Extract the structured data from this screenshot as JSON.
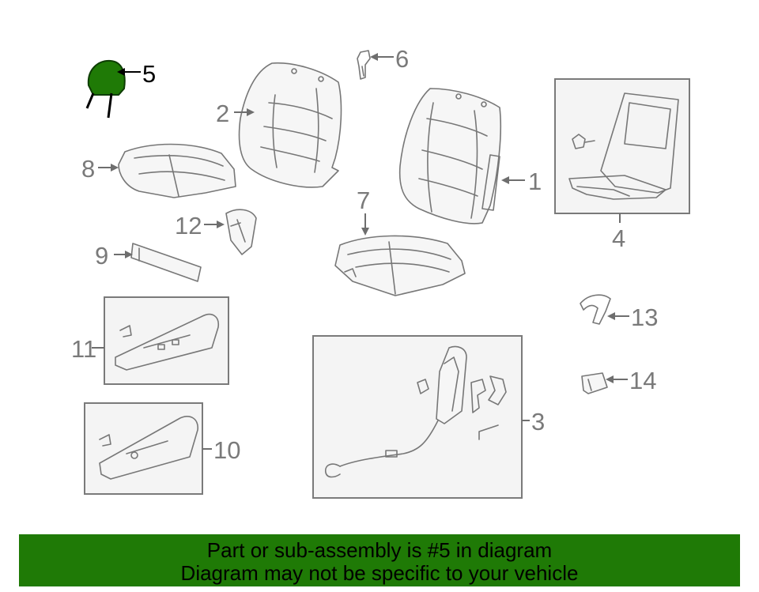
{
  "diagram": {
    "callouts": {
      "c1": "1",
      "c2": "2",
      "c3": "3",
      "c4": "4",
      "c5": "5",
      "c6": "6",
      "c7": "7",
      "c8": "8",
      "c9": "9",
      "c10": "10",
      "c11": "11",
      "c12": "12",
      "c13": "13",
      "c14": "14"
    },
    "selected_part": "5",
    "highlight_color": "#1f7a06",
    "line_color": "#777777"
  },
  "footer": {
    "line1": "Part or sub-assembly is #5 in diagram",
    "line2": "Diagram may not be specific to your vehicle",
    "background_color": "#1f7a06"
  }
}
